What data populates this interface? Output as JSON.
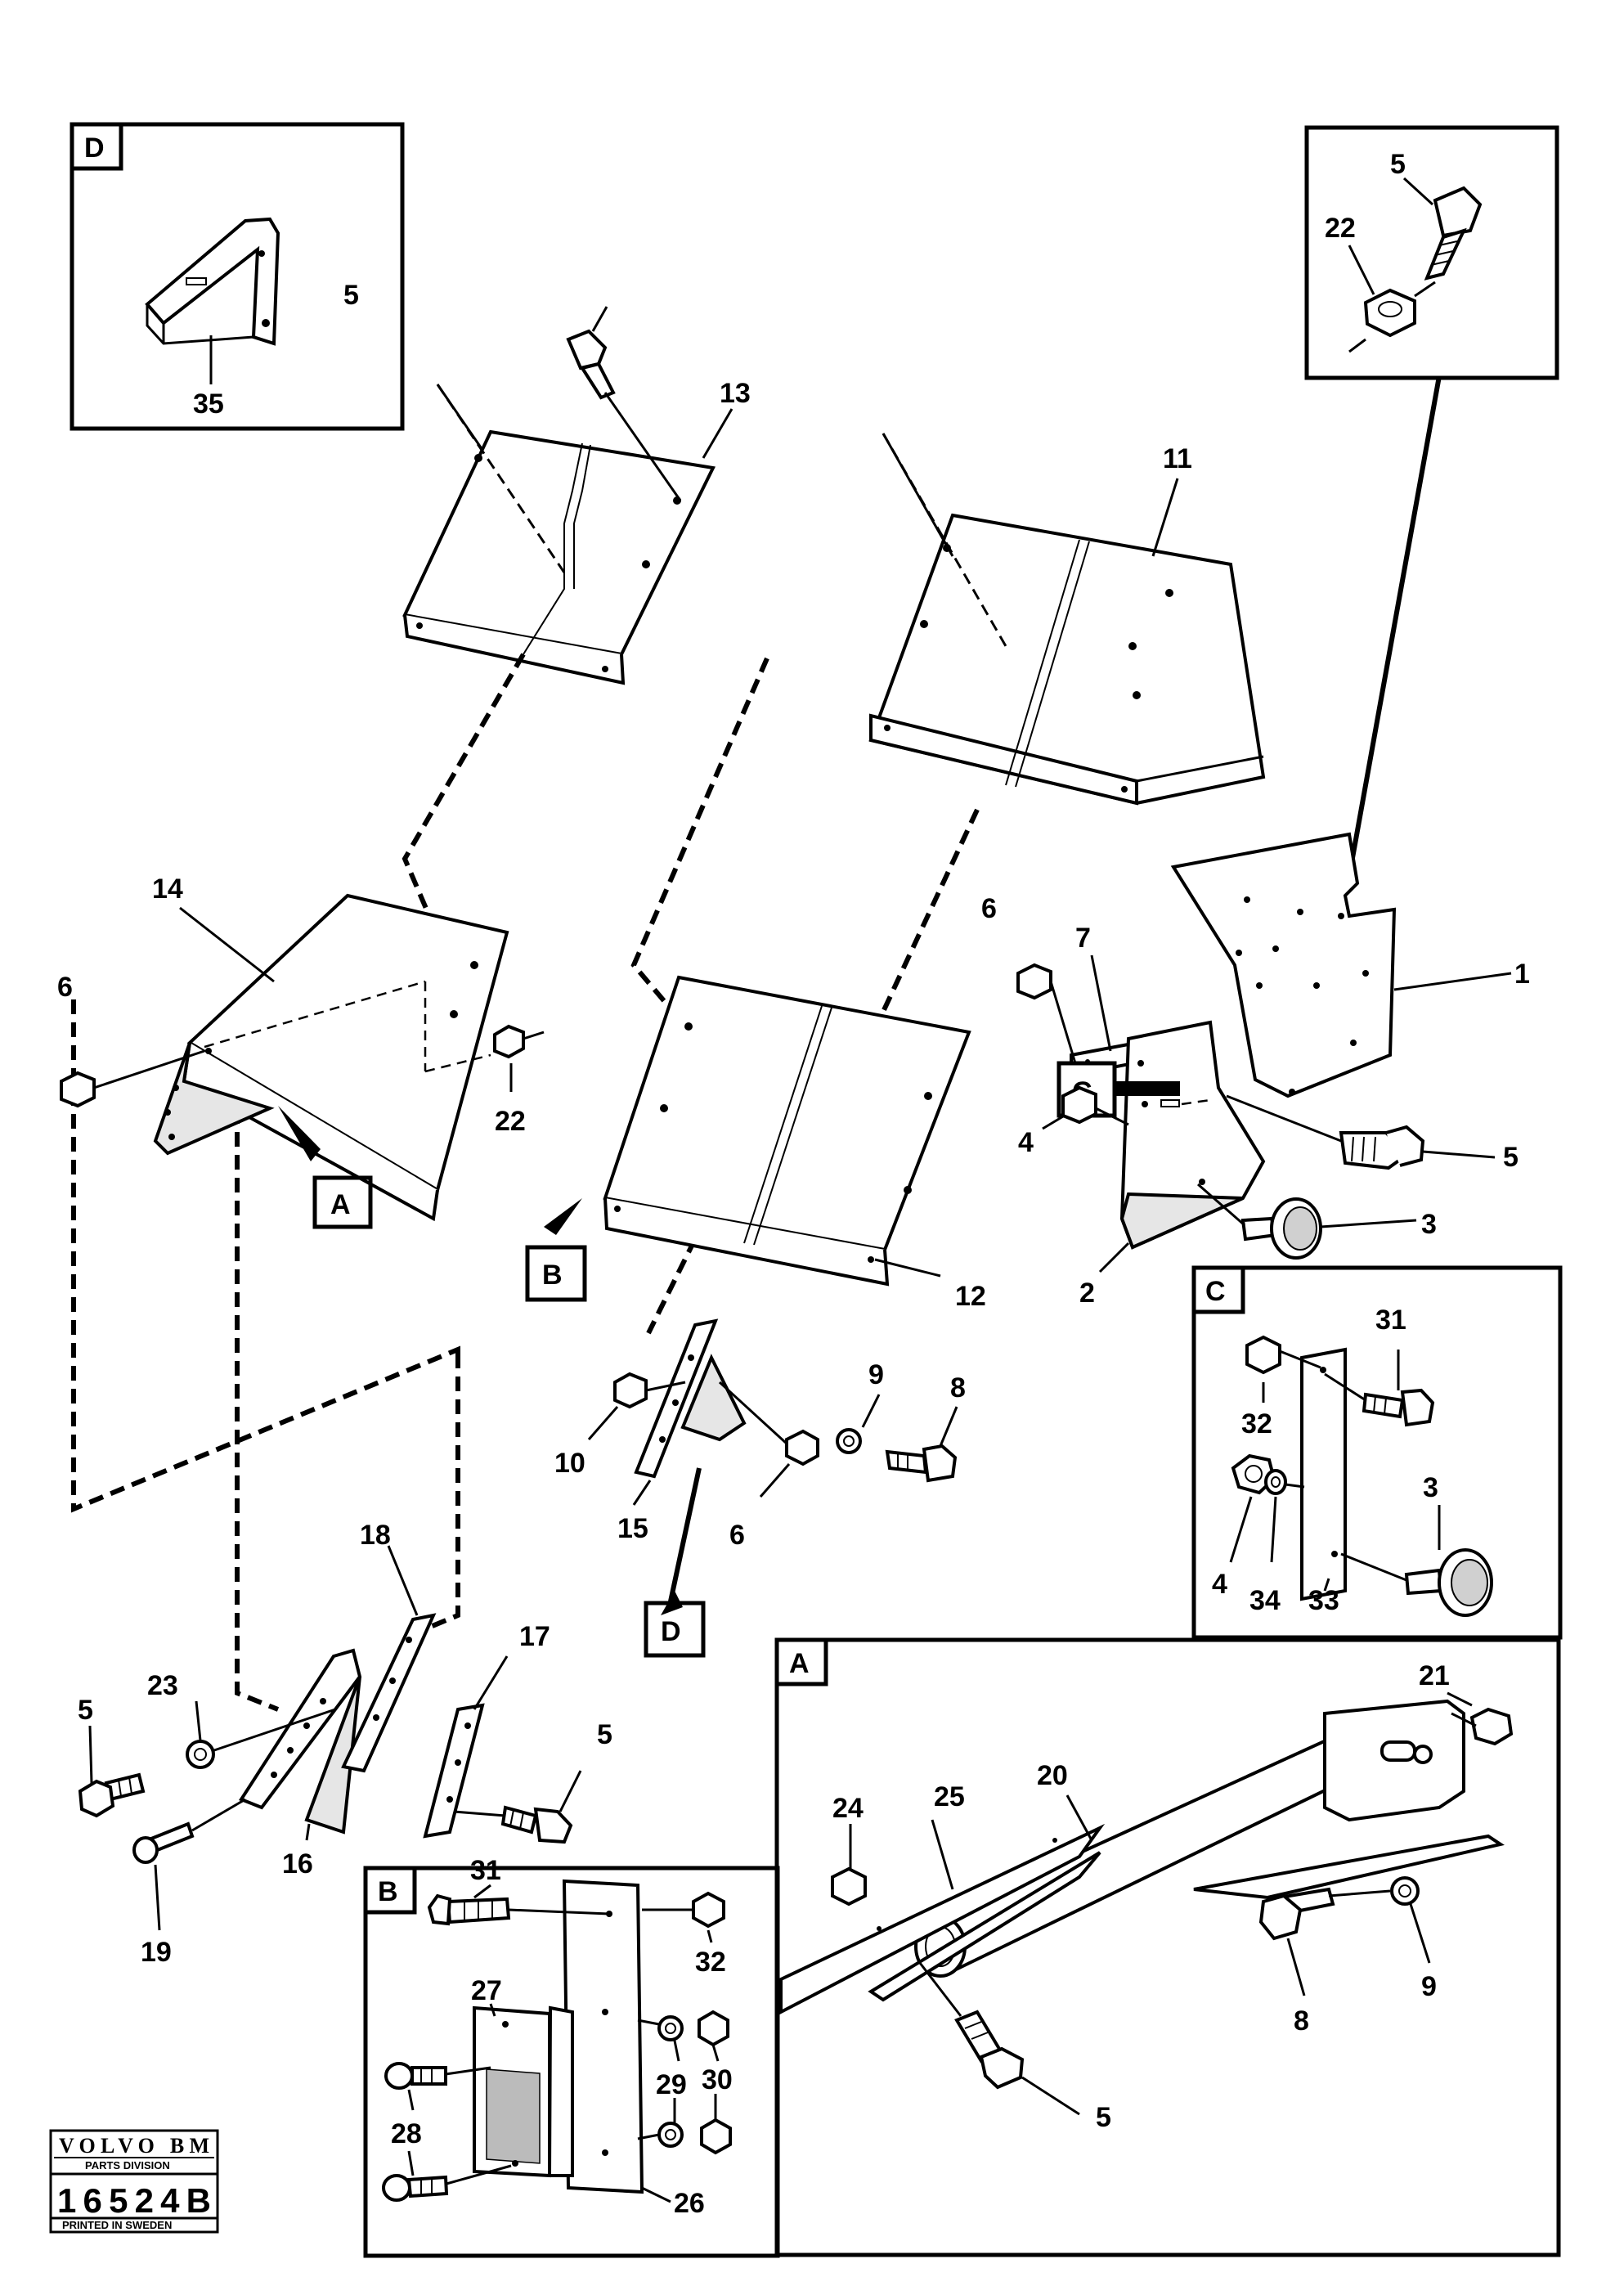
{
  "callouts": {
    "d": "D",
    "c": "C",
    "a": "A",
    "b": "B",
    "a_inset": "A",
    "b_inset": "B",
    "c_inset": "C",
    "d_inset": "D"
  },
  "parts": {
    "p35": "35",
    "p5_top": "5",
    "p13": "13",
    "p11": "11",
    "p5_bolt_inset": "5",
    "p22_inset": "22",
    "p14": "14",
    "p6_left": "6",
    "p22_mid": "22",
    "p6_mid": "6",
    "p7": "7",
    "p1": "1",
    "p5_right": "5",
    "p4": "4",
    "p3": "3",
    "p2": "2",
    "p12": "12",
    "p10": "10",
    "p9": "9",
    "p8": "8",
    "p15": "15",
    "p6_low": "6",
    "p31_c": "31",
    "p32_c": "32",
    "p3_c": "3",
    "p4_c": "4",
    "p34": "34",
    "p33": "33",
    "p18": "18",
    "p17": "17",
    "p23": "23",
    "p5_ll": "5",
    "p5_lr": "5",
    "p16": "16",
    "p19": "19",
    "p21": "21",
    "p24": "24",
    "p25": "25",
    "p20": "20",
    "p9_a": "9",
    "p8_a": "8",
    "p5_a": "5",
    "p31_b": "31",
    "p32_b": "32",
    "p27": "27",
    "p28": "28",
    "p29": "29",
    "p30": "30",
    "p26": "26"
  },
  "logo": {
    "brand": "VOLVO BM",
    "division": "PARTS DIVISION",
    "number": "16524B",
    "printed": "PRINTED IN SWEDEN"
  }
}
